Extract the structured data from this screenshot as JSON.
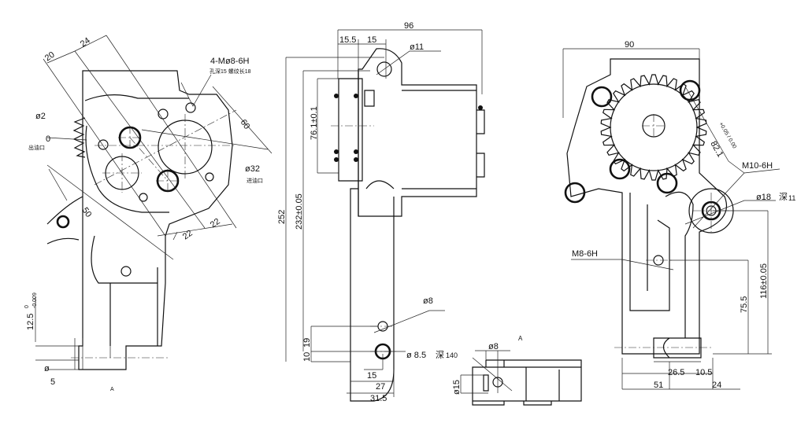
{
  "title": "Oil pump mounting dimensions drawing",
  "left_view": {
    "dim_20": "20",
    "dim_24": "24",
    "thread_callout": "4-Mø8-6H",
    "thread_note": "孔深15 螺纹长18",
    "dim_phi2": "ø2",
    "dim_0": "0",
    "outlet_label": "出油口",
    "dim_60": "60",
    "dim_phi32": "ø32",
    "inlet_label": "进油口",
    "dim_50": "50",
    "dim_22a": "22",
    "dim_22b": "22",
    "dim_12_5": "12.5",
    "tol_12_5_upper": "0",
    "tol_12_5_lower": "-0.009",
    "dim_phi": "ø",
    "dim_5": "5",
    "section_mark": "A"
  },
  "middle_view": {
    "dim_96": "96",
    "dim_15_5": "15.5",
    "dim_15_top": "15",
    "dim_phi11": "ø11",
    "dim_76_1": "76.1±0.1",
    "dim_252": "252",
    "dim_232": "232±0.05",
    "dim_phi8": "ø8",
    "dim_19": "19",
    "dim_10": "10",
    "dim_hole": "ø 8.5",
    "hole_depth_label": "深",
    "hole_depth_value": "140",
    "dim_15_bottom": "15",
    "dim_27": "27",
    "dim_31_5": "31.5"
  },
  "view_a": {
    "label": "A",
    "dim_phi8": "ø8",
    "dim_phi15": "ø15"
  },
  "right_view": {
    "dim_90": "90",
    "dim_82_1": "82.1",
    "tol_82_1": "+0.05 / 0.00",
    "thread_m10": "M10-6H",
    "dim_phi18": "ø18",
    "depth_label": "深",
    "depth_value": "11",
    "thread_m8": "M8-6H",
    "dim_116": "116±0.05",
    "dim_75_5": "75.5",
    "dim_26_5": "26.5",
    "dim_10_5": "10.5",
    "dim_51": "51",
    "dim_24": "24"
  }
}
